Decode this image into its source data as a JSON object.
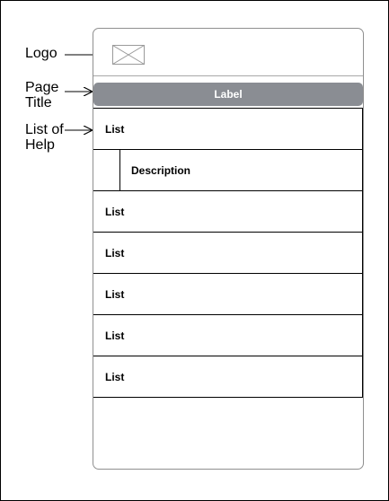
{
  "annotations": [
    {
      "label": "Logo"
    },
    {
      "label": "Page\nTitle"
    },
    {
      "label": "List of\nHelp"
    }
  ],
  "page_title": {
    "label": "Label"
  },
  "list": [
    {
      "text": "List",
      "kind": "item"
    },
    {
      "text": "Description",
      "kind": "description"
    },
    {
      "text": "List",
      "kind": "item"
    },
    {
      "text": "List",
      "kind": "item"
    },
    {
      "text": "List",
      "kind": "item"
    },
    {
      "text": "List",
      "kind": "item"
    },
    {
      "text": "List",
      "kind": "item"
    }
  ],
  "colors": {
    "title_bar": "#8a8d93",
    "phone_border": "#8f8f8f",
    "logo_placeholder": "#9a9a9a"
  },
  "icons": {
    "logo": "image-placeholder-icon"
  }
}
